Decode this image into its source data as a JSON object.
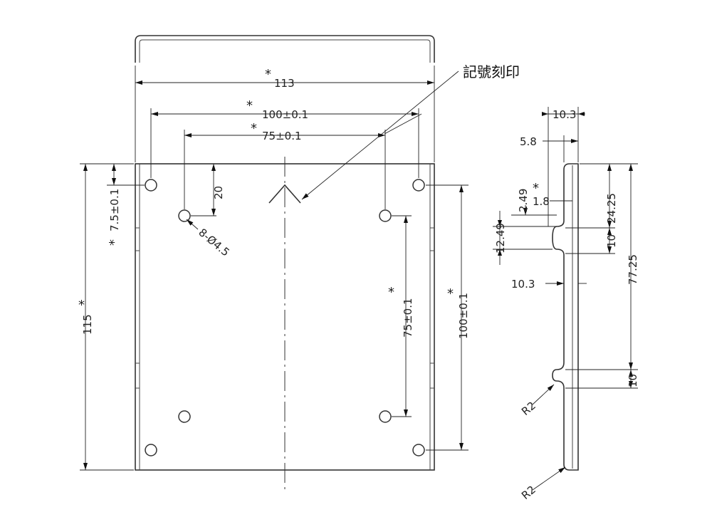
{
  "colors": {
    "background": "#ffffff",
    "line": "#333333",
    "dimension": "#222222"
  },
  "annotations": {
    "marking_note": "記號刻印",
    "star_mark": "*"
  },
  "front_view": {
    "overall_width": "113",
    "hole_pitch_outer": "100±0.1",
    "hole_pitch_inner": "75±0.1",
    "edge_offset": "7.5±0.1",
    "inner_offset": "20",
    "hole_callout": "8-Ø4.5",
    "overall_height": "115",
    "vertical_pitch_inner": "75±0.1",
    "vertical_pitch_outer": "100±0.1"
  },
  "side_view": {
    "dim_10_3_top": "10.3",
    "dim_5_8": "5.8",
    "dim_2_49": "2.49",
    "dim_1_8": "1.8",
    "dim_12_49": "12.49",
    "dim_24_25": "24.25",
    "dim_10_upper": "10",
    "dim_10_3_mid": "10.3",
    "dim_77_25": "77.25",
    "dim_10_lower": "10",
    "radius_upper": "R2",
    "radius_lower": "R2"
  }
}
